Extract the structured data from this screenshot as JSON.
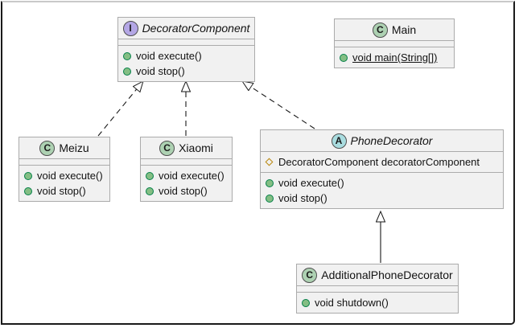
{
  "frame": {
    "background": "#FFFFFF",
    "border_color": "#1A1A1A",
    "border_top_color": "#C9C9C9"
  },
  "colors": {
    "box_fill": "#F1F1F1",
    "box_border": "#ABABAB",
    "arrow_line": "#181818",
    "class_spot_fill": "#ADD1B2",
    "interface_spot_fill": "#B4A7E5",
    "abstract_spot_fill": "#A9DCDF",
    "spot_border": "#4E4E4E",
    "method_icon_fill": "#84BE84",
    "method_icon_border": "#038048",
    "field_icon_border": "#B8860B"
  },
  "classes": [
    {
      "name": "DecoratorComponent",
      "kind": "interface",
      "spot": "I",
      "fields": [],
      "methods": [
        "void execute()",
        "void stop()"
      ]
    },
    {
      "name": "Main",
      "kind": "class",
      "spot": "C",
      "fields": [],
      "methods": [
        "void main(String[])"
      ],
      "method_static": true
    },
    {
      "name": "Meizu",
      "kind": "class",
      "spot": "C",
      "fields": [],
      "methods": [
        "void execute()",
        "void stop()"
      ]
    },
    {
      "name": "Xiaomi",
      "kind": "class",
      "spot": "C",
      "fields": [],
      "methods": [
        "void execute()",
        "void stop()"
      ]
    },
    {
      "name": "PhoneDecorator",
      "kind": "abstract",
      "spot": "A",
      "fields": [
        "DecoratorComponent decoratorComponent"
      ],
      "methods": [
        "void execute()",
        "void stop()"
      ]
    },
    {
      "name": "AdditionalPhoneDecorator",
      "kind": "class",
      "spot": "C",
      "fields": [],
      "methods": [
        "void shutdown()"
      ]
    }
  ],
  "relations": [
    {
      "from": "Meizu",
      "to": "DecoratorComponent",
      "type": "realization",
      "line": "dashed",
      "head": "hollow-triangle"
    },
    {
      "from": "Xiaomi",
      "to": "DecoratorComponent",
      "type": "realization",
      "line": "dashed",
      "head": "hollow-triangle"
    },
    {
      "from": "PhoneDecorator",
      "to": "DecoratorComponent",
      "type": "realization",
      "line": "dashed",
      "head": "hollow-triangle"
    },
    {
      "from": "AdditionalPhoneDecorator",
      "to": "PhoneDecorator",
      "type": "extension",
      "line": "solid",
      "head": "hollow-triangle"
    }
  ]
}
